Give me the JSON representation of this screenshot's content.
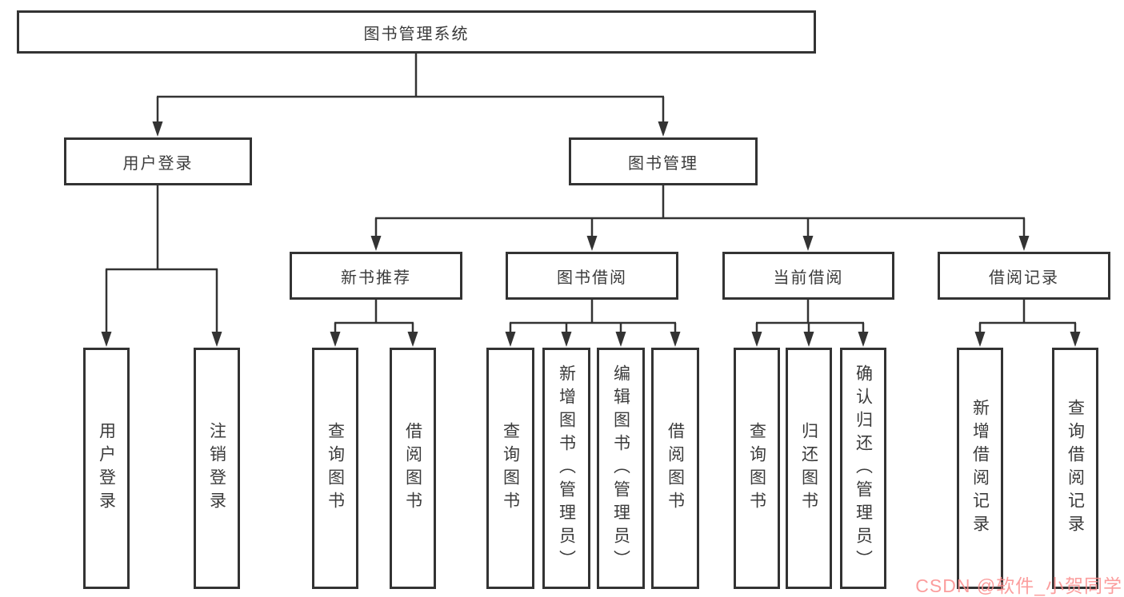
{
  "nodes": {
    "root": "图书管理系统",
    "user_login": "用户登录",
    "book_mgmt": "图书管理",
    "new_book_rec": "新书推荐",
    "book_borrow": "图书借阅",
    "current_borrow": "当前借阅",
    "borrow_records": "借阅记录",
    "ul_login": "用户登录",
    "ul_logout": "注销登录",
    "nbr_query": "查询图书",
    "nbr_borrow": "借阅图书",
    "bb_query": "查询图书",
    "bb_add": "新增图书（管理员）",
    "bb_edit": "编辑图书（管理员）",
    "bb_borrow": "借阅图书",
    "cb_query": "查询图书",
    "cb_return": "归还图书",
    "cb_confirm": "确认归还（管理员）",
    "br_add": "新增借阅记录",
    "br_query": "查询借阅记录"
  },
  "watermark": {
    "text": "CSDN @软件_小贺同学",
    "color": "#fb8d8d"
  },
  "colors": {
    "line": "#333333",
    "text": "#3b3b3b",
    "background": "#ffffff"
  }
}
